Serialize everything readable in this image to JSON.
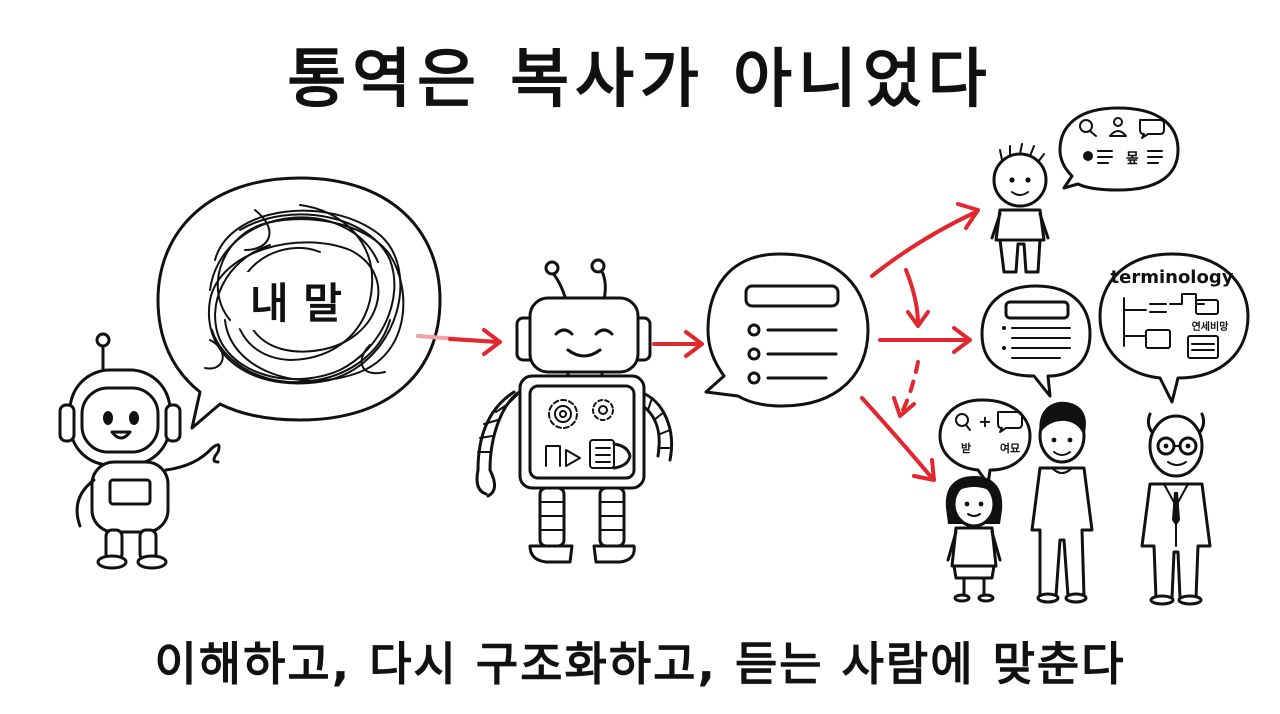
{
  "title": "통역은 복사가 아니었다",
  "subtitle": "이해하고, 다시 구조화하고, 듣는 사람에 맞춘다",
  "speaker_bubble": {
    "text": "내 말"
  },
  "kid_bubble": {
    "left_glyph": "받",
    "right_glyph": "여묘"
  },
  "elder_bubble": {
    "heading": "terminology",
    "note": "연세비망"
  },
  "top_bubble": {
    "glyph": "뫂"
  },
  "colors": {
    "ink": "#111111",
    "arrow": "#e0282e",
    "paper": "#ffffff"
  },
  "icons": [
    "scribble-icon",
    "gear-icon",
    "magnifier-icon",
    "person-icon",
    "chat-icon",
    "flow-chart-icon"
  ]
}
